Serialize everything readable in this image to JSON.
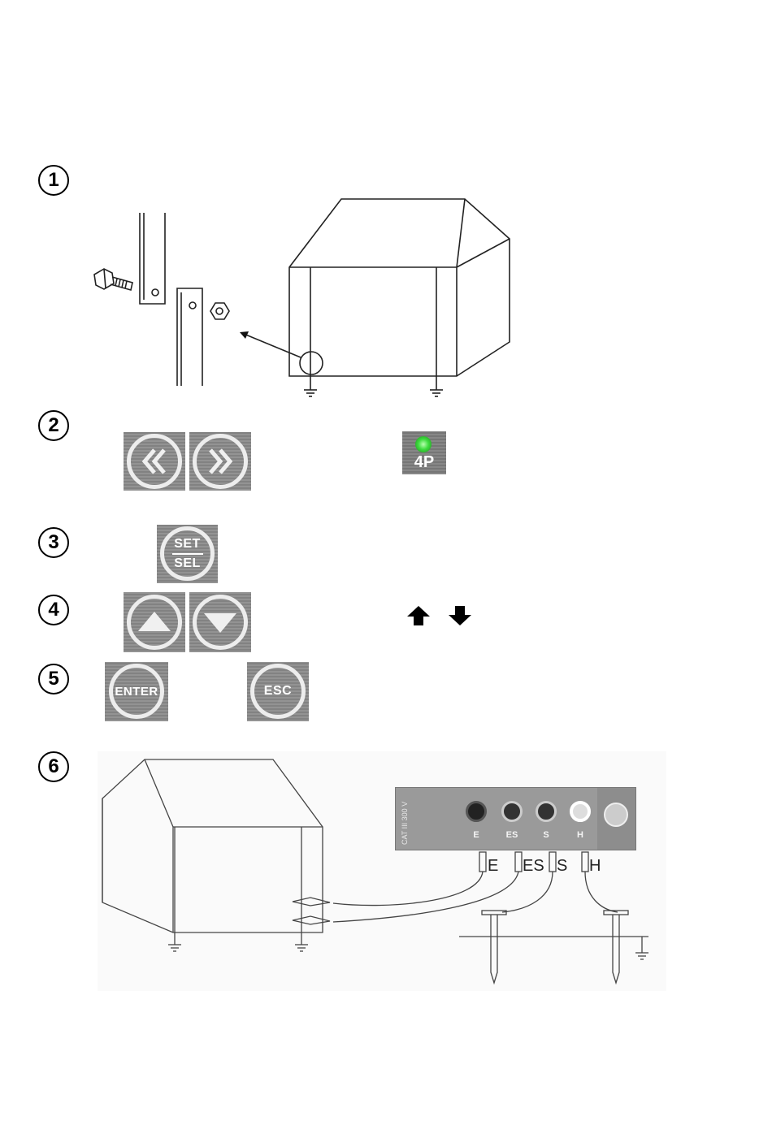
{
  "steps": [
    {
      "number": "1"
    },
    {
      "number": "2"
    },
    {
      "number": "3"
    },
    {
      "number": "4"
    },
    {
      "number": "5"
    },
    {
      "number": "6"
    }
  ],
  "keys": {
    "set_label": "SET",
    "sel_label": "SEL",
    "enter_label": "ENTER",
    "esc_label": "ESC",
    "mode_label": "4P"
  },
  "instrument": {
    "cat_rating": "CAT III 300 V",
    "terminals": [
      "E",
      "ES",
      "S",
      "H"
    ]
  },
  "probe_labels": [
    "E",
    "ES",
    "S",
    "H"
  ],
  "colors": {
    "key_gray": "#8a8a8a",
    "ring": "#ededed",
    "led_green": "#3ddc3d",
    "panel_gray": "#9a9a9a"
  },
  "icons": {
    "left": "double-chevron-left-icon",
    "right": "double-chevron-right-icon",
    "up": "triangle-up-icon",
    "down": "triangle-down-icon",
    "arrow_up": "arrow-up-icon",
    "arrow_down": "arrow-down-icon"
  }
}
